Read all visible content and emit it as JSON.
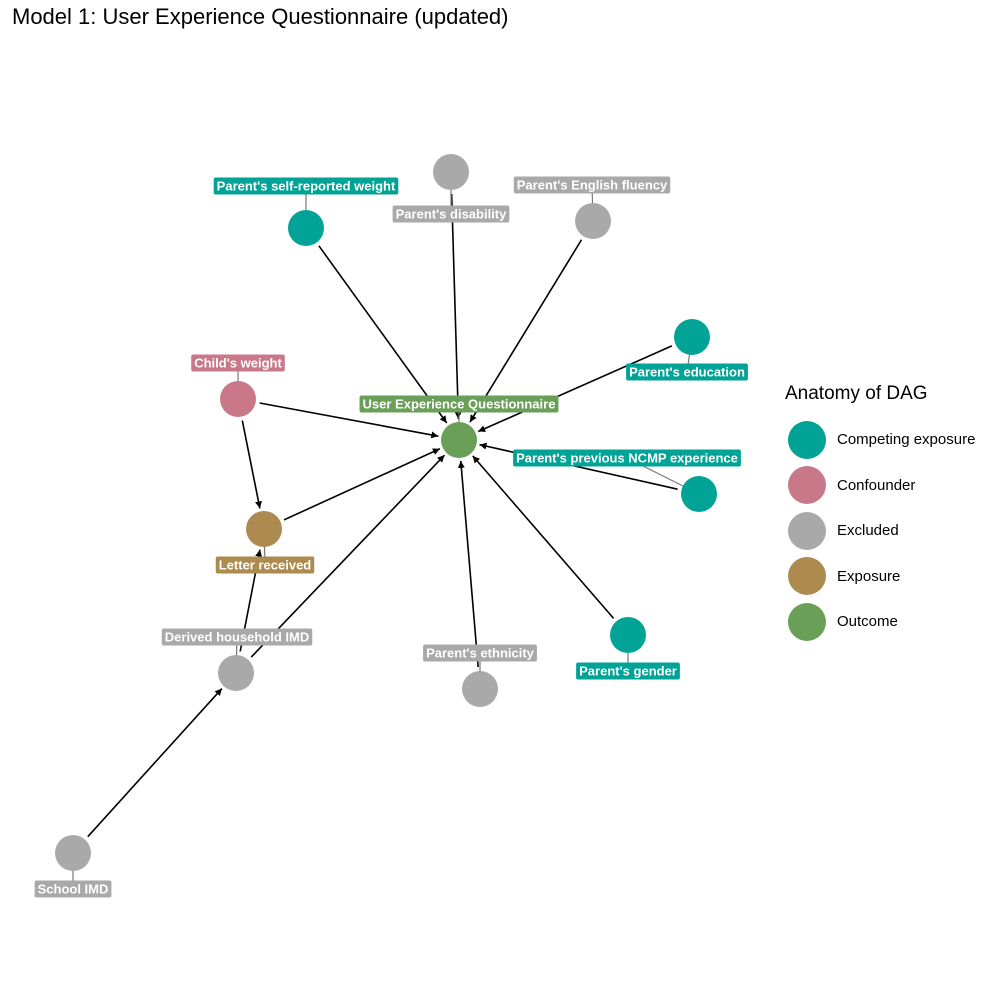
{
  "title": "Model 1: User Experience Questionnaire (updated)",
  "legend": {
    "title": "Anatomy of DAG",
    "items": [
      {
        "label": "Competing exposure",
        "color": "#00A396"
      },
      {
        "label": "Confounder",
        "color": "#C9788A"
      },
      {
        "label": "Excluded",
        "color": "#A9A9A9"
      },
      {
        "label": "Exposure",
        "color": "#AD8A4F"
      },
      {
        "label": "Outcome",
        "color": "#6A9F58"
      }
    ]
  },
  "nodes": [
    {
      "id": "outcome",
      "label": "User Experience Questionnaire",
      "role": "Outcome"
    },
    {
      "id": "weight_self",
      "label": "Parent's self-reported weight",
      "role": "Competing exposure"
    },
    {
      "id": "disability",
      "label": "Parent's disability",
      "role": "Excluded"
    },
    {
      "id": "english",
      "label": "Parent's English fluency",
      "role": "Excluded"
    },
    {
      "id": "education",
      "label": "Parent's education",
      "role": "Competing exposure"
    },
    {
      "id": "child_weight",
      "label": "Child's weight",
      "role": "Confounder"
    },
    {
      "id": "ncmp",
      "label": "Parent's previous NCMP experience",
      "role": "Competing exposure"
    },
    {
      "id": "letter",
      "label": "Letter received",
      "role": "Exposure"
    },
    {
      "id": "imd",
      "label": "Derived household IMD",
      "role": "Excluded"
    },
    {
      "id": "ethnicity",
      "label": "Parent's ethnicity",
      "role": "Excluded"
    },
    {
      "id": "gender",
      "label": "Parent's gender",
      "role": "Competing exposure"
    },
    {
      "id": "school_imd",
      "label": "School IMD",
      "role": "Excluded"
    }
  ],
  "edges": [
    {
      "from": "weight_self",
      "to": "outcome"
    },
    {
      "from": "disability",
      "to": "outcome"
    },
    {
      "from": "english",
      "to": "outcome"
    },
    {
      "from": "education",
      "to": "outcome"
    },
    {
      "from": "child_weight",
      "to": "outcome"
    },
    {
      "from": "ncmp",
      "to": "outcome"
    },
    {
      "from": "letter",
      "to": "outcome"
    },
    {
      "from": "imd",
      "to": "outcome"
    },
    {
      "from": "ethnicity",
      "to": "outcome"
    },
    {
      "from": "gender",
      "to": "outcome"
    },
    {
      "from": "child_weight",
      "to": "letter"
    },
    {
      "from": "imd",
      "to": "letter"
    },
    {
      "from": "school_imd",
      "to": "imd"
    }
  ]
}
